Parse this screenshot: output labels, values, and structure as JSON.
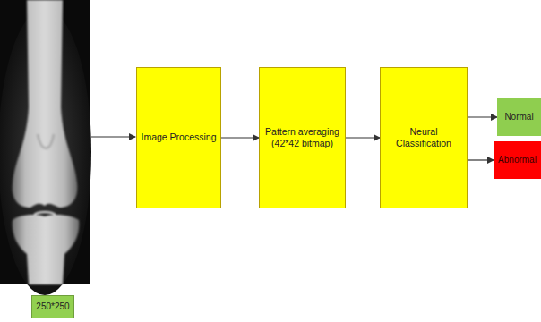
{
  "diagram": {
    "nodes": [
      {
        "text": [
          "250*250"
        ]
      },
      {
        "text": [
          "Image Processing"
        ]
      },
      {
        "text": [
          "Pattern averaging (42*42 bitmap)"
        ]
      },
      {
        "text": [
          "Neural Classification"
        ]
      },
      {
        "text": [
          "Normal"
        ]
      },
      {
        "text": [
          "Abnormal"
        ]
      }
    ],
    "edges": [
      {
        "from": 1,
        "to": 2,
        "arrow": "to"
      },
      {
        "from": 2,
        "to": 3,
        "arrow": "to"
      },
      {
        "from": 3,
        "to": 4,
        "arrow": "to"
      },
      {
        "from": 3,
        "to": 5,
        "arrow": "to"
      }
    ]
  }
}
